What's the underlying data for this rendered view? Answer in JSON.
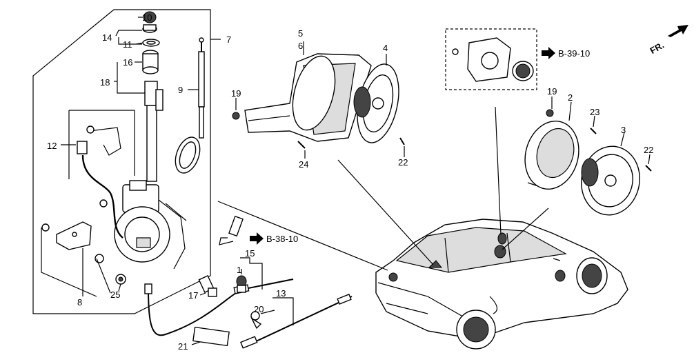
{
  "callouts": {
    "c10": "10",
    "c14": "14",
    "c11": "11",
    "c16": "16",
    "c18": "18",
    "c7": "7",
    "c9": "9",
    "c12": "12",
    "c8": "8",
    "c25": "25",
    "c17": "17",
    "c1": "1",
    "c15": "15",
    "c13": "13",
    "c20": "20",
    "c21": "21",
    "c5": "5",
    "c6": "6",
    "c4": "4",
    "c19a": "19",
    "c24": "24",
    "c22a": "22",
    "c19b": "19",
    "c2": "2",
    "c23": "23",
    "c3": "3",
    "c22b": "22"
  },
  "refs": {
    "b38": "B-38-10",
    "b39": "B-39-10",
    "fr": "FR."
  },
  "icons": [
    "arrow-right-icon",
    "front-direction-arrow-icon"
  ]
}
